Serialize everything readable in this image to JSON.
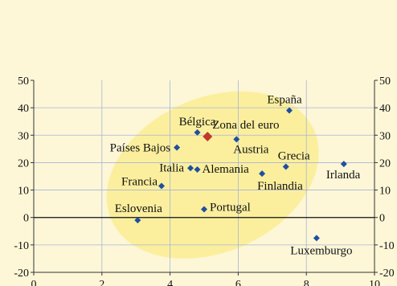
{
  "chart_data": {
    "type": "scatter",
    "xlim": [
      0,
      10
    ],
    "ylim": [
      -20,
      50
    ],
    "x_ticks": [
      "0",
      "2",
      "4",
      "6",
      "8",
      "10"
    ],
    "y_ticks": [
      "-20",
      "-10",
      "0",
      "10",
      "20",
      "30",
      "40",
      "50"
    ],
    "grid": true,
    "points": [
      {
        "label": "España",
        "x": 7.5,
        "y": 39
      },
      {
        "label": "Bélgica",
        "x": 4.8,
        "y": 31
      },
      {
        "label": "Zona del euro",
        "x": 5.1,
        "y": 29.5
      },
      {
        "label": "Austria",
        "x": 5.95,
        "y": 28.5
      },
      {
        "label": "Países Bajos",
        "x": 4.2,
        "y": 25.5
      },
      {
        "label": "Grecia",
        "x": 7.4,
        "y": 18.5
      },
      {
        "label": "Irlanda",
        "x": 9.1,
        "y": 19.5
      },
      {
        "label": "Italia",
        "x": 4.6,
        "y": 18
      },
      {
        "label": "Alemania",
        "x": 4.8,
        "y": 17.5
      },
      {
        "label": "Finlandia",
        "x": 6.7,
        "y": 16
      },
      {
        "label": "Francia",
        "x": 3.75,
        "y": 11.5
      },
      {
        "label": "Portugal",
        "x": 5.0,
        "y": 3
      },
      {
        "label": "Eslovenia",
        "x": 3.05,
        "y": -1
      },
      {
        "label": "Luxemburgo",
        "x": 8.3,
        "y": -7.5
      }
    ],
    "colors": {
      "point": "#1f4fa0",
      "highlight_point": "#c0392b",
      "highlight_label": "Zona del euro",
      "ellipse": "#fbef9e",
      "background": "#fdf7d7",
      "grid": "#a8b3d6"
    }
  }
}
